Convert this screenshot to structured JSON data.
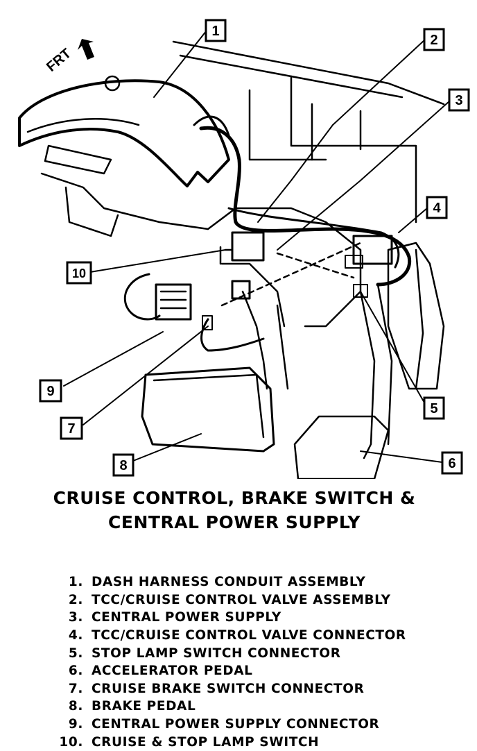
{
  "frt_label": "FRT",
  "title_line1": "CRUISE CONTROL, BRAKE SWITCH &",
  "title_line2": "CENTRAL POWER SUPPLY",
  "callouts": [
    "1",
    "2",
    "3",
    "4",
    "5",
    "6",
    "7",
    "8",
    "9",
    "10"
  ],
  "legend": [
    {
      "num": "1.",
      "label": "DASH HARNESS CONDUIT ASSEMBLY"
    },
    {
      "num": "2.",
      "label": "TCC/CRUISE CONTROL VALVE ASSEMBLY"
    },
    {
      "num": "3.",
      "label": "CENTRAL POWER SUPPLY"
    },
    {
      "num": "4.",
      "label": "TCC/CRUISE CONTROL VALVE CONNECTOR"
    },
    {
      "num": "5.",
      "label": "STOP LAMP SWITCH CONNECTOR"
    },
    {
      "num": "6.",
      "label": "ACCELERATOR PEDAL"
    },
    {
      "num": "7.",
      "label": "CRUISE BRAKE SWITCH CONNECTOR"
    },
    {
      "num": "8.",
      "label": "BRAKE PEDAL"
    },
    {
      "num": "9.",
      "label": "CENTRAL POWER SUPPLY CONNECTOR"
    },
    {
      "num": "10.",
      "label": "CRUISE & STOP LAMP SWITCH"
    }
  ]
}
